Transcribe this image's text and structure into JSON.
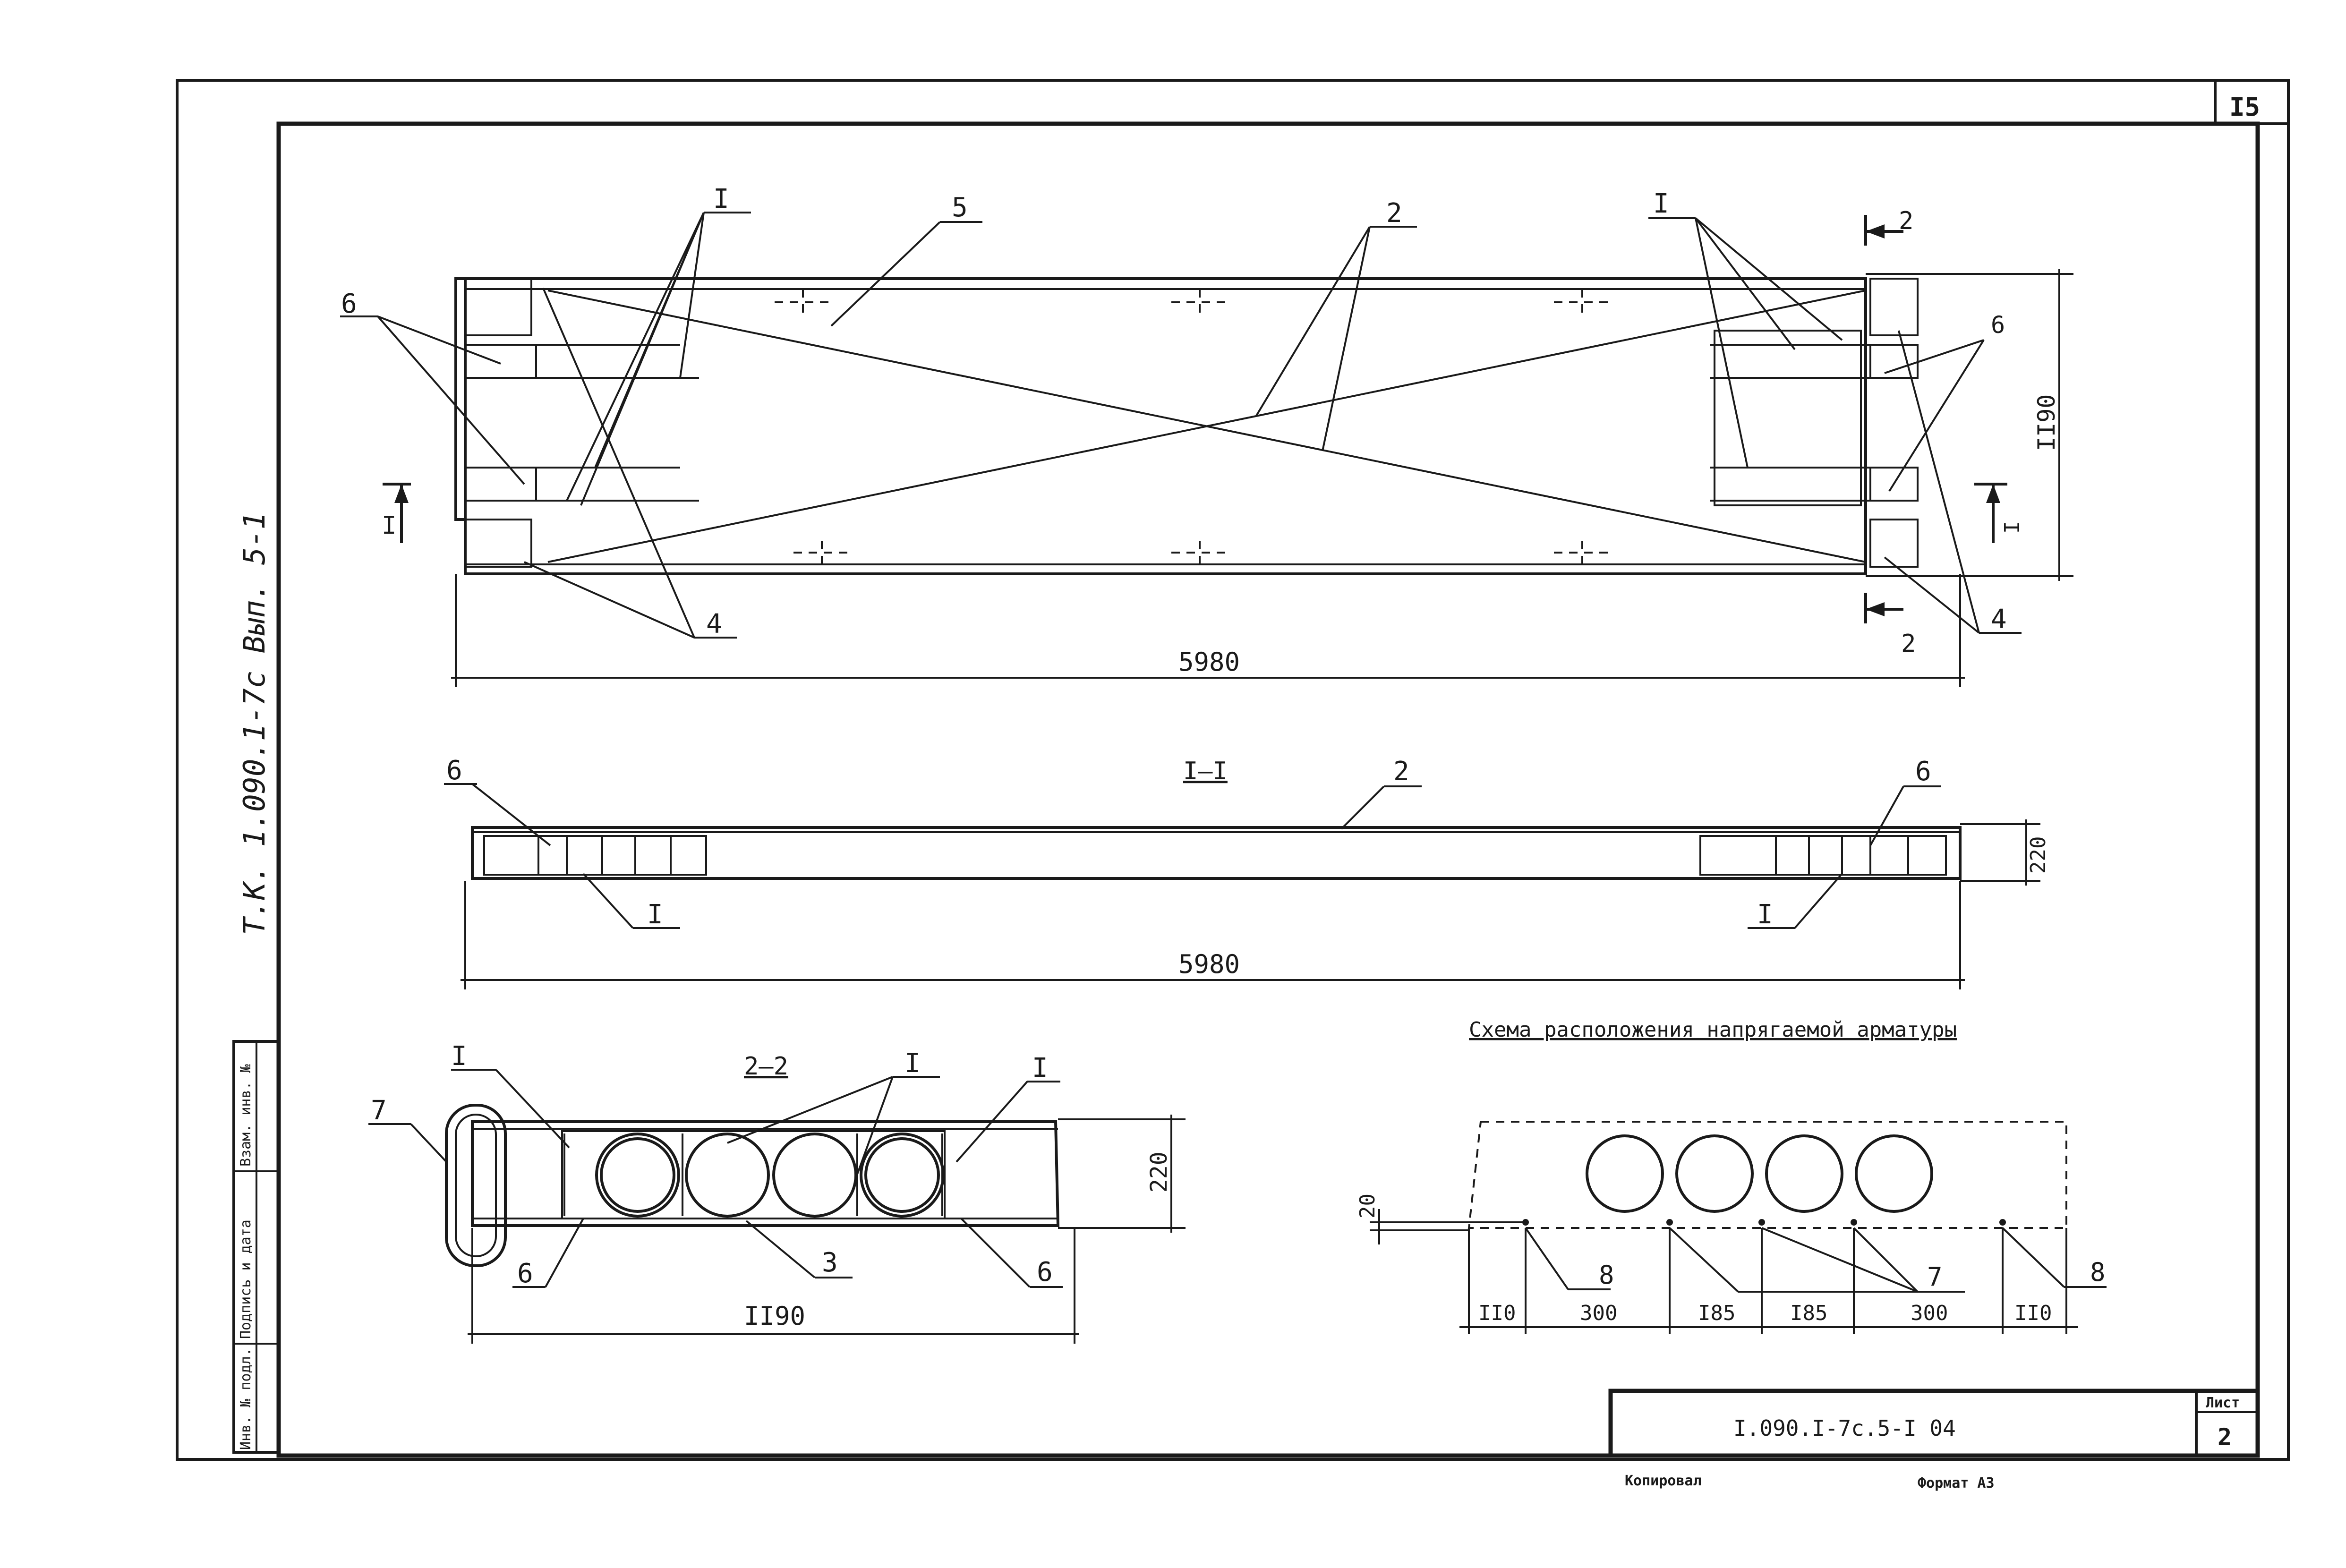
{
  "sheet": {
    "page_number": "I5",
    "side_note": "Т.К. 1.090.1-7с  Вып. 5-1",
    "stamp_cells": [
      "Инв. № подл.",
      "Подпись и дата",
      "Взам. инв. №"
    ],
    "doc_code": "I.090.I-7с.5-I 04",
    "sheet_label": "Лист",
    "sheet_number": "2",
    "copied": "Копировал",
    "format": "Формат А3"
  },
  "plan_view": {
    "callouts": [
      "I",
      "5",
      "2",
      "I",
      "6",
      "6",
      "4",
      "4",
      "2",
      "2",
      "I",
      "I"
    ],
    "width_dim": "II90",
    "length_dim": "5980"
  },
  "section_1": {
    "title": "I–I",
    "callouts": [
      "6",
      "2",
      "6",
      "I",
      "I"
    ],
    "height_dim": "220",
    "length_dim": "5980"
  },
  "section_2": {
    "title": "2–2",
    "callouts": [
      "I",
      "I",
      "I",
      "7",
      "6",
      "3",
      "6"
    ],
    "height_dim": "220",
    "width_dim": "II90"
  },
  "scheme": {
    "title": "Схема расположения напрягаемой арматуры",
    "offset_dim": "20",
    "callouts": [
      "8",
      "7",
      "8"
    ],
    "spacings": [
      "II0",
      "300",
      "I85",
      "I85",
      "300",
      "II0"
    ]
  }
}
